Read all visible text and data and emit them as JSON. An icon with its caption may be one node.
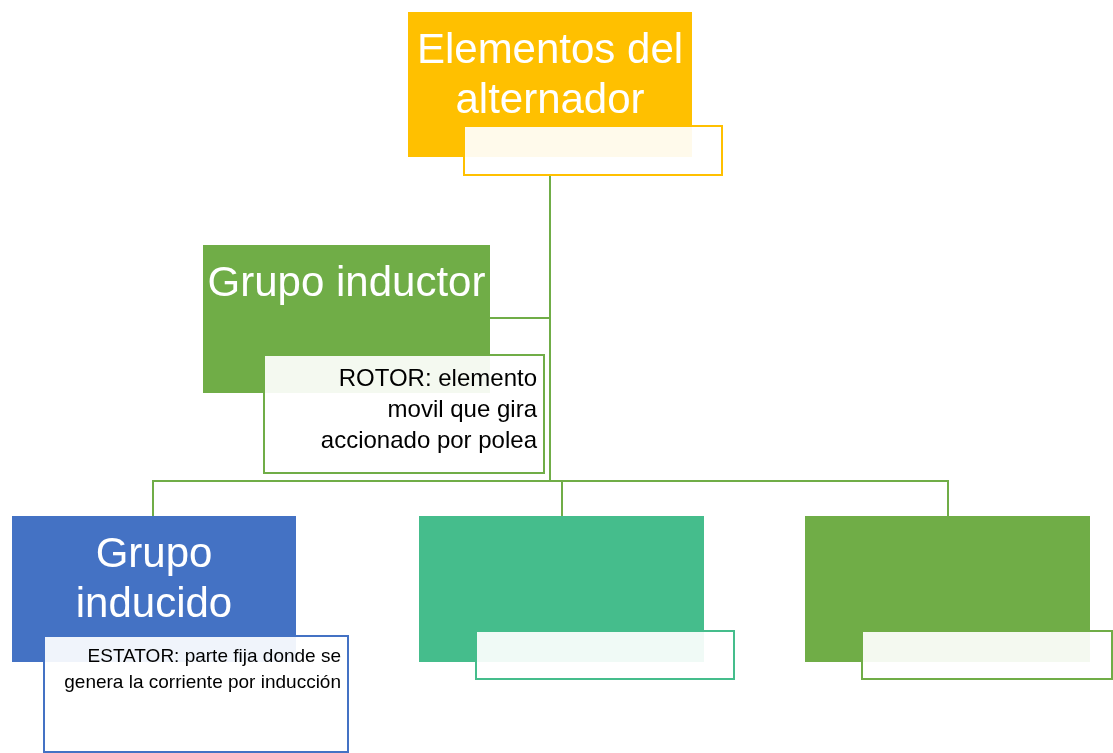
{
  "diagram": {
    "nodes": [
      {
        "text": [
          "Elementos del alternador"
        ]
      },
      {
        "text": [],
        "shape": "box"
      },
      {
        "text": [
          "Grupo inductor"
        ]
      },
      {
        "text": [
          "ROTOR: elemento movil que gira accionado por polea"
        ]
      },
      {
        "text": [
          "Grupo inducido"
        ]
      },
      {
        "text": [
          "ESTATOR: parte fija donde se genera la corriente por inducción"
        ]
      },
      {
        "text": [],
        "shape": "box"
      },
      {
        "text": [],
        "shape": "box"
      },
      {
        "text": [],
        "shape": "box"
      },
      {
        "text": [],
        "shape": "box"
      }
    ],
    "edges": [
      {
        "from": 1,
        "to": 2,
        "arrow": "none"
      },
      {
        "from": 1,
        "to": 4,
        "arrow": "none"
      },
      {
        "from": 1,
        "to": 6,
        "arrow": "none"
      },
      {
        "from": 1,
        "to": 8,
        "arrow": "none"
      }
    ]
  }
}
